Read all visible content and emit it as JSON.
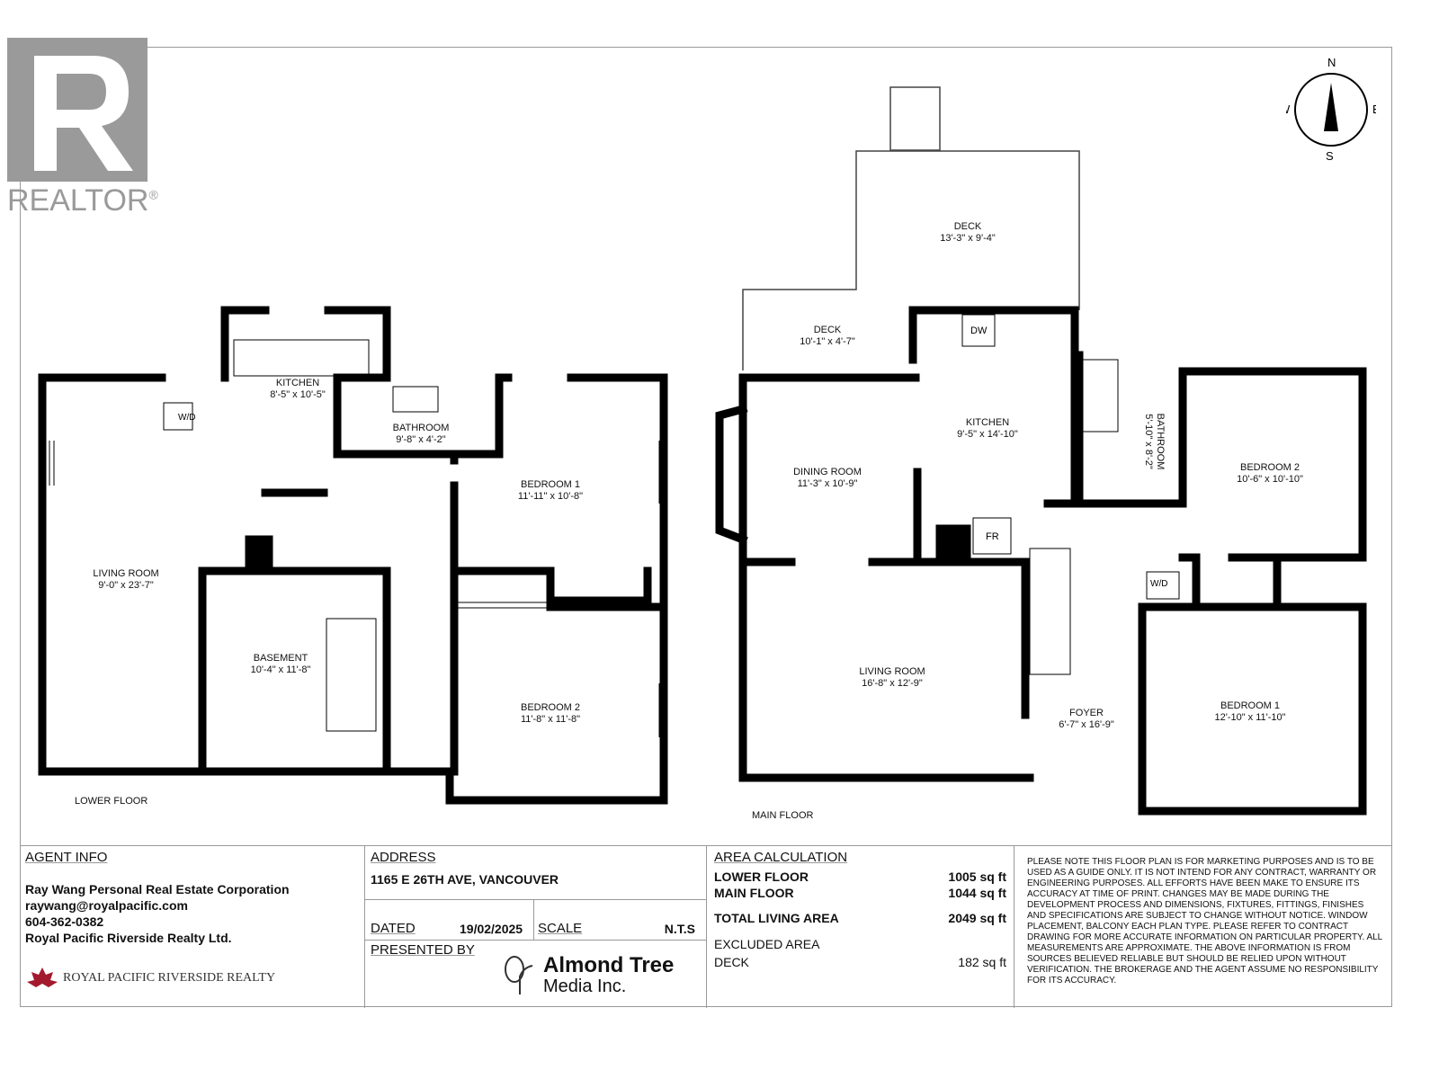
{
  "logo": {
    "realtor": "REALTOR®",
    "brokerage_logo": "ROYAL PACIFIC RIVERSIDE REALTY",
    "media_logo_line1": "Almond Tree",
    "media_logo_line2": "Media Inc."
  },
  "compass": {
    "n": "N",
    "e": "E",
    "s": "S",
    "w": "W"
  },
  "lower_floor": {
    "label": "LOWER FLOOR",
    "rooms": [
      {
        "name": "KITCHEN",
        "dims": "8'-5\" x 10'-5\""
      },
      {
        "name": "BATHROOM",
        "dims": "9'-8\" x 4'-2\""
      },
      {
        "name": "BEDROOM 1",
        "dims": "11'-11\" x 10'-8\""
      },
      {
        "name": "LIVING ROOM",
        "dims": "9'-0\" x 23'-7\""
      },
      {
        "name": "BASEMENT",
        "dims": "10'-4\" x 11'-8\""
      },
      {
        "name": "BEDROOM 2",
        "dims": "11'-8\" x 11'-8\""
      }
    ],
    "fixtures": {
      "wd": "W/D"
    }
  },
  "main_floor": {
    "label": "MAIN FLOOR",
    "rooms": [
      {
        "name": "DECK",
        "dims": "13'-3\" x 9'-4\""
      },
      {
        "name": "DECK",
        "dims": "10'-1\" x 4'-7\""
      },
      {
        "name": "KITCHEN",
        "dims": "9'-5\" x 14'-10\""
      },
      {
        "name": "DINING ROOM",
        "dims": "11'-3\" x 10'-9\""
      },
      {
        "name": "BATHROOM",
        "dims": "5'-10\" x 8'-2\""
      },
      {
        "name": "BEDROOM 2",
        "dims": "10'-6\" x 10'-10\""
      },
      {
        "name": "LIVING ROOM",
        "dims": "16'-8\" x 12'-9\""
      },
      {
        "name": "FOYER",
        "dims": "6'-7\" x 16'-9\""
      },
      {
        "name": "BEDROOM 1",
        "dims": "12'-10\" x 11'-10\""
      }
    ],
    "fixtures": {
      "dw": "DW",
      "fr": "FR",
      "wd": "W/D"
    }
  },
  "agent": {
    "header": "AGENT INFO",
    "name": "Ray Wang Personal Real Estate Corporation",
    "email": "raywang@royalpacific.com",
    "phone": "604-362-0382",
    "brokerage": "Royal Pacific Riverside Realty Ltd."
  },
  "address": {
    "header": "ADDRESS",
    "value": "1165 E 26TH AVE, VANCOUVER",
    "dated_label": "DATED",
    "dated_value": "19/02/2025",
    "scale_label": "SCALE",
    "scale_value": "N.T.S",
    "presented_by": "PRESENTED BY"
  },
  "area": {
    "header": "AREA CALCULATION",
    "rows": [
      {
        "label": "LOWER FLOOR",
        "value": "1005 sq ft"
      },
      {
        "label": "MAIN FLOOR",
        "value": "1044 sq ft"
      },
      {
        "label": "TOTAL LIVING AREA",
        "value": "2049 sq ft"
      }
    ],
    "excluded_header": "EXCLUDED AREA",
    "excluded": {
      "label": "DECK",
      "value": "182 sq ft"
    }
  },
  "disclaimer": "PLEASE NOTE THIS FLOOR PLAN IS FOR MARKETING PURPOSES AND IS TO BE USED AS A GUIDE ONLY. IT IS NOT INTEND FOR ANY CONTRACT, WARRANTY OR ENGINEERING PURPOSES. ALL EFFORTS HAVE BEEN MAKE TO ENSURE ITS ACCURACY AT TIME OF PRINT. CHANGES MAY BE MADE DURING THE DEVELOPMENT PROCESS AND DIMENSIONS, FIXTURES, FITTINGS, FINISHES AND SPECIFICATIONS ARE SUBJECT TO CHANGE WITHOUT NOTICE. WINDOW PLACEMENT, BALCONY EACH PLAN TYPE. PLEASE REFER TO CONTRACT DRAWING FOR MORE ACCURATE INFORMATION ON PARTICULAR PROPERTY. ALL MEASUREMENTS ARE APPROXIMATE. THE ABOVE INFORMATION IS FROM SOURCES BELIEVED RELIABLE BUT SHOULD BE RELIED UPON WITHOUT VERIFICATION. THE BROKERAGE AND THE AGENT ASSUME NO RESPONSIBILITY FOR ITS ACCURACY.",
  "colors": {
    "wall": "#000000",
    "logo_gray": "#9a9a9a",
    "brand_red": "#a3192e"
  }
}
